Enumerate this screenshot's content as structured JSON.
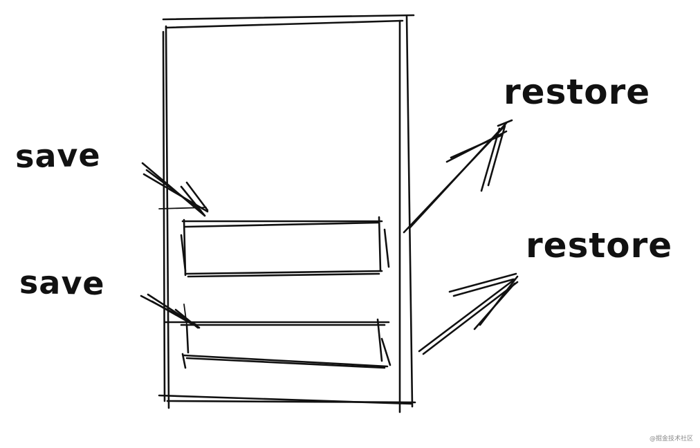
{
  "labels": {
    "save_top": "save",
    "save_bottom": "save",
    "restore_top": "restore",
    "restore_bottom": "restore"
  },
  "watermark": "@掘金技术社区",
  "colors": {
    "ink": "#111111",
    "background": "#ffffff",
    "watermark": "#8a8a8a"
  }
}
